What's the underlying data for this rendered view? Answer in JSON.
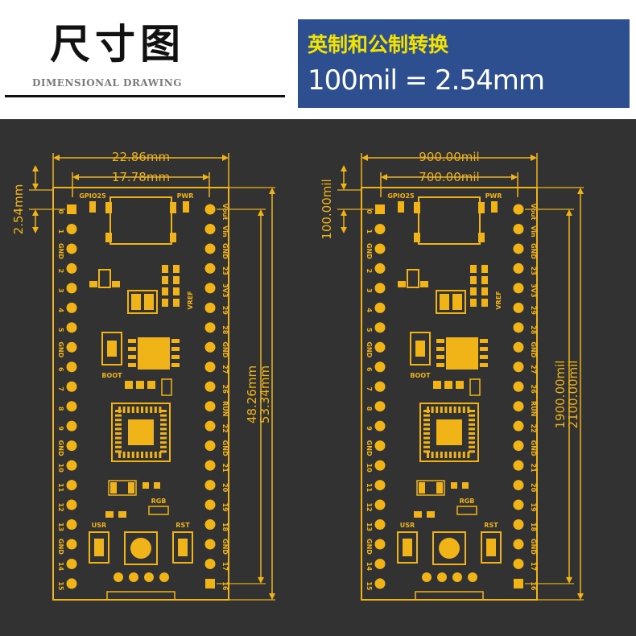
{
  "header": {
    "title_cn": "尺寸图",
    "title_en": "DIMENSIONAL DRAWING",
    "conversion_title": "英制和公制转换",
    "conversion_text": "100mil = 2.54mm"
  },
  "left_dims": {
    "total_width": "22.86mm",
    "inner_width": "17.78mm",
    "pitch": "2.54mm",
    "pin_span": "48.26mm",
    "total_length": "53.34mm"
  },
  "right_dims": {
    "total_width": "900.00mil",
    "inner_width": "700.00mil",
    "pitch": "100.00mil",
    "pin_span": "1900.00mil",
    "total_length": "2100.00mil"
  },
  "board_labels": {
    "gpio": "GPIO25",
    "pwr": "PWR",
    "boot": "BOOT",
    "vref": "VREF",
    "rgb": "RGB",
    "usr": "USR",
    "rst": "RST",
    "vout": "Vout",
    "vin": "Vin"
  },
  "left_pins": [
    "0",
    "1",
    "GND",
    "2",
    "3",
    "4",
    "5",
    "GND",
    "6",
    "7",
    "8",
    "9",
    "GND",
    "10",
    "11",
    "12",
    "13",
    "GND",
    "14",
    "15"
  ],
  "right_pins": [
    "Vout",
    "Vin",
    "GND",
    "23",
    "3V3",
    "29",
    "28",
    "GND",
    "27",
    "26",
    "RUN",
    "22",
    "GND",
    "21",
    "20",
    "19",
    "18",
    "GND",
    "17",
    "16"
  ],
  "colors": {
    "board_bg": "#323232",
    "gold": "#f0b418",
    "blue_box": "#2d4f8f",
    "conv_yellow": "#f3e400"
  }
}
